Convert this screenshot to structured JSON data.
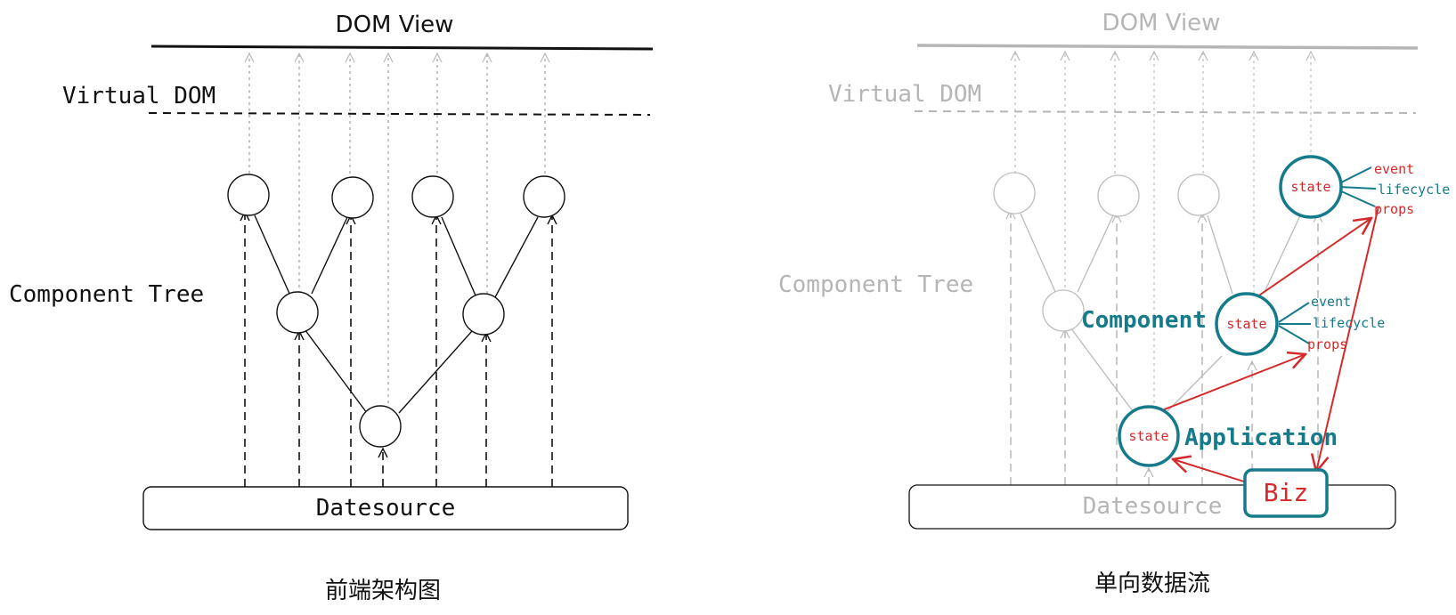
{
  "left": {
    "dom_view": "DOM View",
    "virtual_dom": "Virtual DOM",
    "component_tree": "Component Tree",
    "datasource": "Datesource",
    "caption": "前端架构图"
  },
  "right": {
    "dom_view": "DOM View",
    "virtual_dom": "Virtual DOM",
    "component_tree": "Component Tree",
    "datasource": "Datesource",
    "caption": "单向数据流",
    "biz": "Biz",
    "state": "state",
    "component_label": "Component",
    "application_label": "Application",
    "event": "event",
    "lifecycle": "lifecycle",
    "props": "props"
  },
  "colors": {
    "ink": "#111111",
    "faded": "#b0b0b0",
    "teal": "#157a8a",
    "red": "#d42a2a"
  }
}
